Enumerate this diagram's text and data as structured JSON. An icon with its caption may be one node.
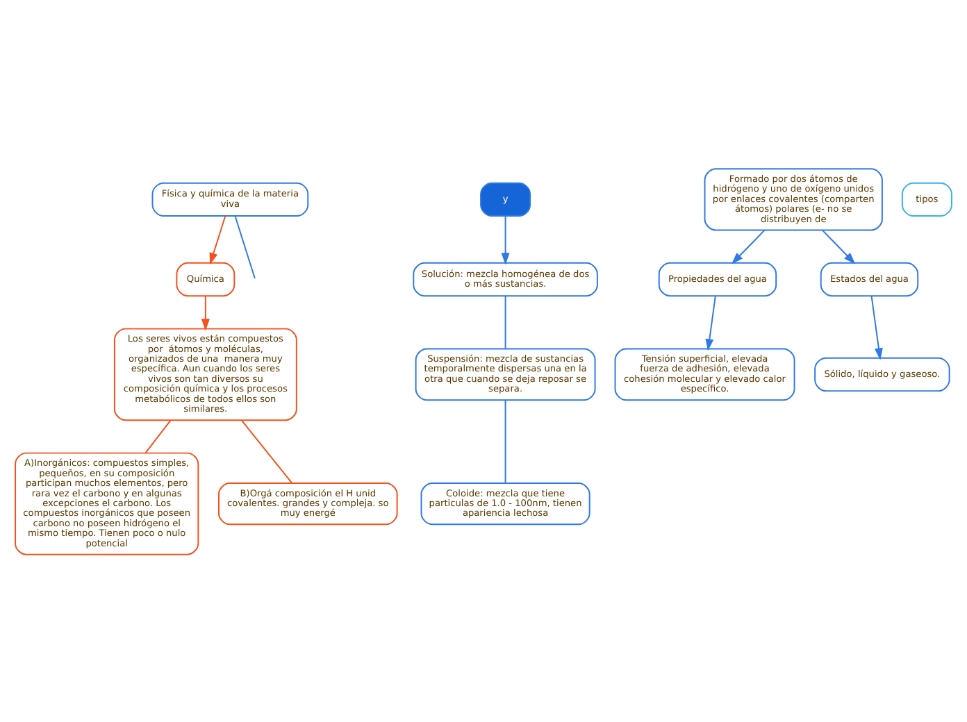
{
  "diagram": {
    "nodes": [
      {
        "text": [
          "Física y química de la materia viva"
        ]
      },
      {
        "text": [
          "y"
        ]
      },
      {
        "text": [
          "Solución: mezcla homogénea de dos o más sustancias."
        ]
      },
      {
        "text": [
          "Suspensión: mezcla de sustancias temporalmente dispersas una en la otra que cuando se deja reposar se separa."
        ]
      },
      {
        "text": [
          "Coloide: mezcla que tiene particulas de 1.0 - 100nm, tienen apariencia lechosa"
        ]
      },
      {
        "text": [
          "Tensión superficial, elevada fuerza de adhesión, elevada cohesión molecular y elevado calor específico."
        ]
      },
      {
        "text": [
          "Sólido, líquido y gaseoso."
        ]
      },
      {
        "text": [
          "Propiedades del agua"
        ]
      },
      {
        "text": [
          "Estados del agua"
        ]
      },
      {
        "text": [
          "Formado por dos átomos de hidrógeno y uno de oxígeno unidos por enlaces covalentes (comparten átomos) polares (e- no se distribuyen de"
        ]
      },
      {
        "text": [
          "Química"
        ]
      },
      {
        "text": [
          "Los seres vivos están compuestos por  átomos y moléculas, organizados de una  manera muy específica. Aun cuando los seres vivos son tan diversos su composición química y los procesos metabólicos de todos ellos son similares."
        ]
      },
      {
        "text": [
          "tipos"
        ]
      },
      {
        "text": [
          "A)Inorgánicos: compuestos simples, pequeños, en su composición participan muchos elementos, pero rara vez el carbono y en algunas excepciones el carbono. Los compuestos inorgánicos que poseen carbono no poseen hidrógeno el mismo tiempo. Tienen poco o nulo potencial"
        ]
      },
      {
        "text": [
          "B)Orgá composición el H unid covalentes. grandes y compleja. so muy energé"
        ]
      }
    ],
    "edges": [
      {
        "from": 0,
        "to": null,
        "arrow": "none"
      },
      {
        "from": 1,
        "to": 2,
        "arrow": "to"
      },
      {
        "from": 2,
        "to": 3,
        "arrow": "none"
      },
      {
        "from": 3,
        "to": 4,
        "arrow": "none"
      },
      {
        "from": 7,
        "to": 5,
        "arrow": "to"
      },
      {
        "from": 8,
        "to": 6,
        "arrow": "to"
      },
      {
        "from": 9,
        "to": 7,
        "arrow": "to"
      },
      {
        "from": 9,
        "to": 8,
        "arrow": "to"
      },
      {
        "from": 0,
        "to": 10,
        "arrow": "to",
        "color": "#f4511e"
      },
      {
        "from": 10,
        "to": 11,
        "arrow": "to",
        "color": "#f4511e"
      },
      {
        "from": 11,
        "to": 13,
        "arrow": "none",
        "color": "#f4511e"
      },
      {
        "from": 11,
        "to": 14,
        "arrow": "none",
        "color": "#f4511e"
      }
    ]
  }
}
